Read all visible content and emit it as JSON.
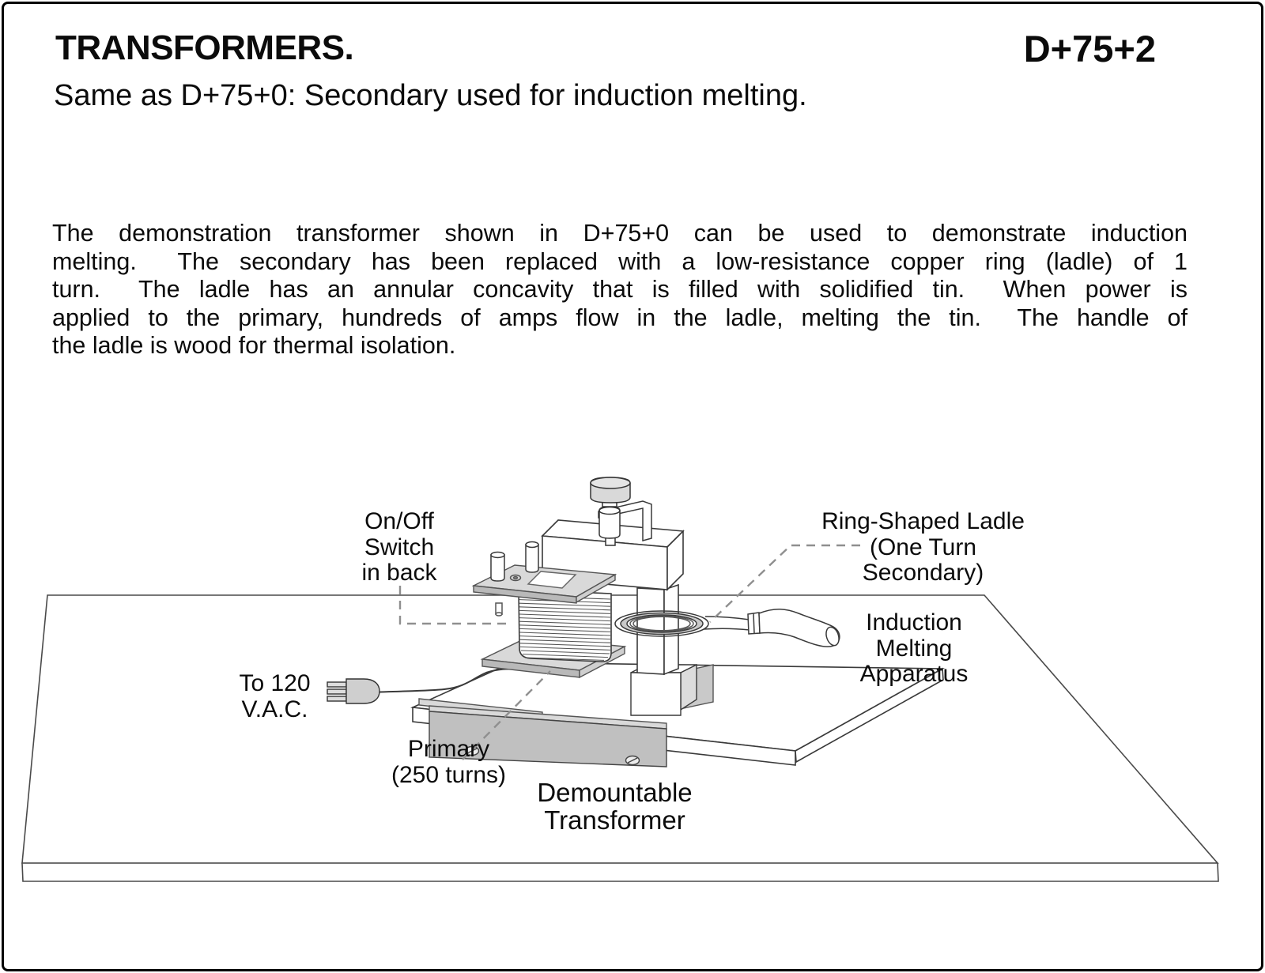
{
  "page": {
    "title": "TRANSFORMERS.",
    "code": "D+75+2",
    "subtitle": "Same as D+75+0: Secondary used for induction melting.",
    "body_lines": [
      "The demonstration transformer shown in D+75+0 can be used to demonstrate induction",
      "melting.  The secondary has been replaced with a low-resistance copper ring (ladle) of 1",
      "turn.  The ladle has an annular concavity that is filled with solidified tin.  When power is",
      "applied to the primary, hundreds of amps flow in the ladle, melting the tin.  The handle of",
      "the ladle is wood for thermal isolation."
    ]
  },
  "diagram": {
    "labels": {
      "switch": [
        "On/Off",
        "Switch",
        "in back"
      ],
      "ladle": [
        "Ring-Shaped Ladle",
        "(One Turn",
        "Secondary)"
      ],
      "melting": [
        "Induction",
        "Melting",
        "Apparatus"
      ],
      "power": [
        "To 120",
        "V.A.C."
      ],
      "primary": [
        "Primary",
        "(250 turns)"
      ],
      "demountable": [
        "Demountable",
        "Transformer"
      ]
    },
    "colors": {
      "ink": "#2f2f2f",
      "plate_gray": "#d9d9d9",
      "bar_gray": "#c0c0c0",
      "leader_gray": "#8f8f8f"
    }
  }
}
